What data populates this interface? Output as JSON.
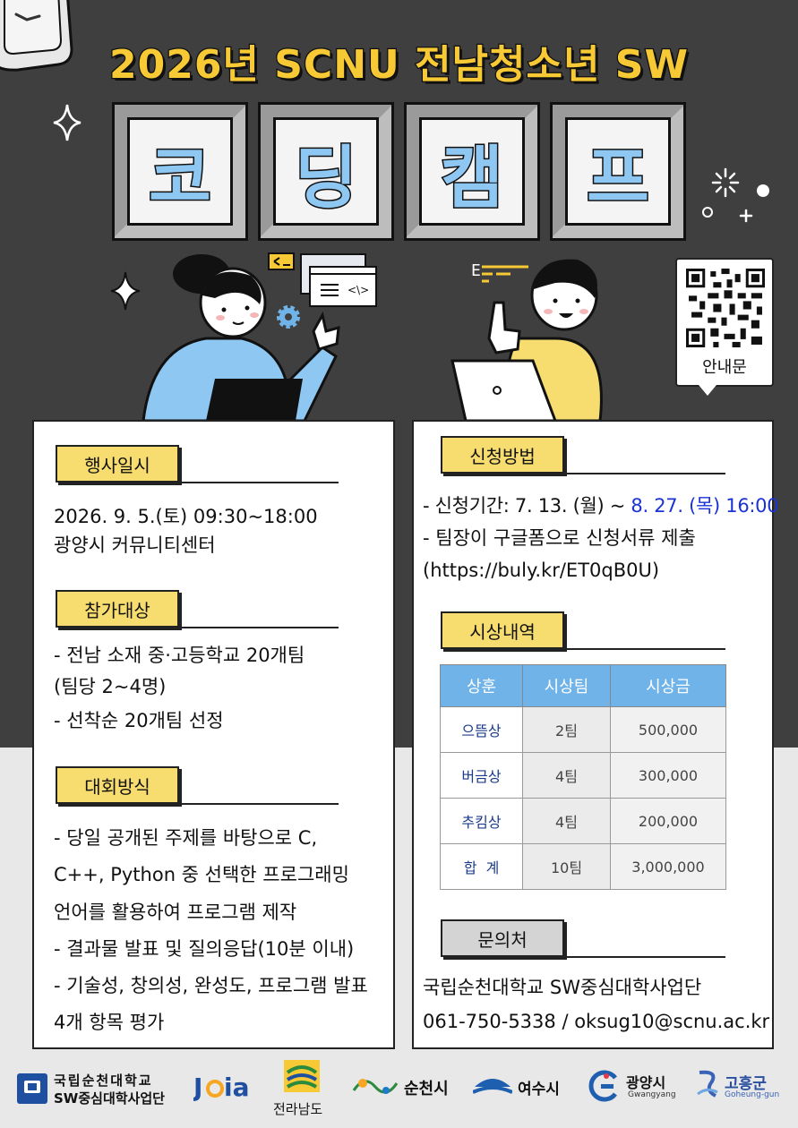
{
  "title": "2026년 SCNU 전남청소년 SW",
  "tiles": [
    "코",
    "딩",
    "캠",
    "프"
  ],
  "qr": {
    "label": "안내문"
  },
  "schedule": {
    "label": "행사일시",
    "lines": [
      "2026. 9. 5.(토) 09:30~18:00",
      "광양시 커뮤니티센터"
    ]
  },
  "eligibility": {
    "label": "참가대상",
    "lines": [
      "- 전남 소재 중·고등학교 20개팀",
      "   (팀당 2~4명)",
      "- 선착순 20개팀 선정"
    ]
  },
  "format": {
    "label": "대회방식",
    "lines": [
      "- 당일 공개된 주제를 바탕으로  C,",
      "   C++, Python 중 선택한 프로그래밍",
      "   언어를 활용하여 프로그램 제작",
      "- 결과물 발표 및 질의응답(10분 이내)",
      "- 기술성, 창의성, 완성도, 프로그램 발표",
      "   4개 항목 평가"
    ]
  },
  "apply": {
    "label": "신청방법",
    "period_prefix": "- 신청기간: 7. 13. (월) ~ ",
    "period_highlight": "8. 27. (목) 16:00",
    "line2": "- 팀장이 구글폼으로 신청서류 제출",
    "line3": "(https://buly.kr/ET0qB0U)"
  },
  "awards": {
    "label": "시상내역",
    "headers": [
      "상훈",
      "시상팀",
      "시상금"
    ],
    "rows": [
      [
        "으뜸상",
        "2팀",
        "500,000"
      ],
      [
        "버금상",
        "4팀",
        "300,000"
      ],
      [
        "추킴상",
        "4팀",
        "200,000"
      ],
      [
        "합  계",
        "10팀",
        "3,000,000"
      ]
    ]
  },
  "contact": {
    "label": "문의처",
    "lines": [
      "국립순천대학교 SW중심대학사업단",
      "061-750-5338 / oksug10@scnu.ac.kr"
    ]
  },
  "footer": {
    "scnu_line1": "국립순천대학교",
    "scnu_line2": "SW중심대학사업단",
    "jeonnam": "전라남도",
    "suncheon": "순천시",
    "yeosu": "여수시",
    "gwangyang": "광양시",
    "gwangyang_en": "Gwangyang",
    "goheung": "고흥군",
    "goheung_en": "Goheung-gun"
  },
  "colors": {
    "accent_yellow": "#f6c935",
    "label_yellow": "#f7dc6f",
    "tile_blue": "#8ec8f2",
    "table_header": "#6fb3e8",
    "highlight_blue": "#1a33d6",
    "dark_bg": "#3f3f3f"
  }
}
